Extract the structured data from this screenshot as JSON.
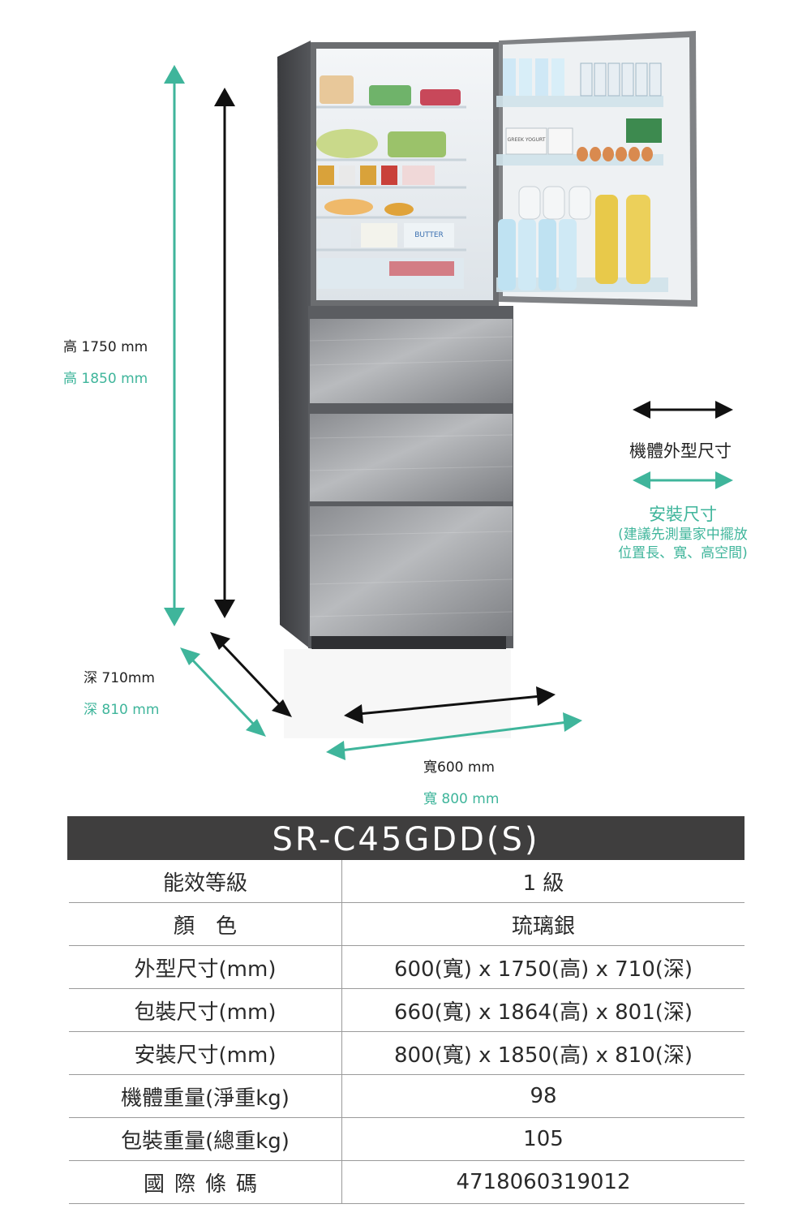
{
  "dimensions": {
    "height_body": "高 1750 mm",
    "height_install": "高 1850 mm",
    "depth_body": "深 710mm",
    "depth_install": "深 810 mm",
    "width_body": "寬600 mm",
    "width_install": "寬 800 mm"
  },
  "legend": {
    "body_label": "機體外型尺寸",
    "install_label": "安裝尺寸",
    "install_note_line1": "(建議先測量家中擺放",
    "install_note_line2": "位置長、寬、高空間)"
  },
  "fridge_labels": {
    "butter": "BUTTER",
    "yogurt": "GREEK YOGURT"
  },
  "colors": {
    "teal": "#3fb59b",
    "dark": "#222222",
    "title_bar": "#3f3e3e"
  },
  "spec": {
    "model": "SR-C45GDD(S)",
    "rows": [
      {
        "label": "能效等級",
        "value": "1 級"
      },
      {
        "label": "顏　色",
        "value": "琉璃銀"
      },
      {
        "label": "外型尺寸(mm)",
        "value": "600(寬) x 1750(高) x 710(深)"
      },
      {
        "label": "包裝尺寸(mm)",
        "value": "660(寬) x 1864(高) x 801(深)"
      },
      {
        "label": "安裝尺寸(mm)",
        "value": "800(寬) x 1850(高) x 810(深)"
      },
      {
        "label": "機體重量(淨重kg)",
        "value": "98"
      },
      {
        "label": "包裝重量(總重kg)",
        "value": "105"
      },
      {
        "label": "國際條碼",
        "value": "4718060319012"
      }
    ]
  }
}
